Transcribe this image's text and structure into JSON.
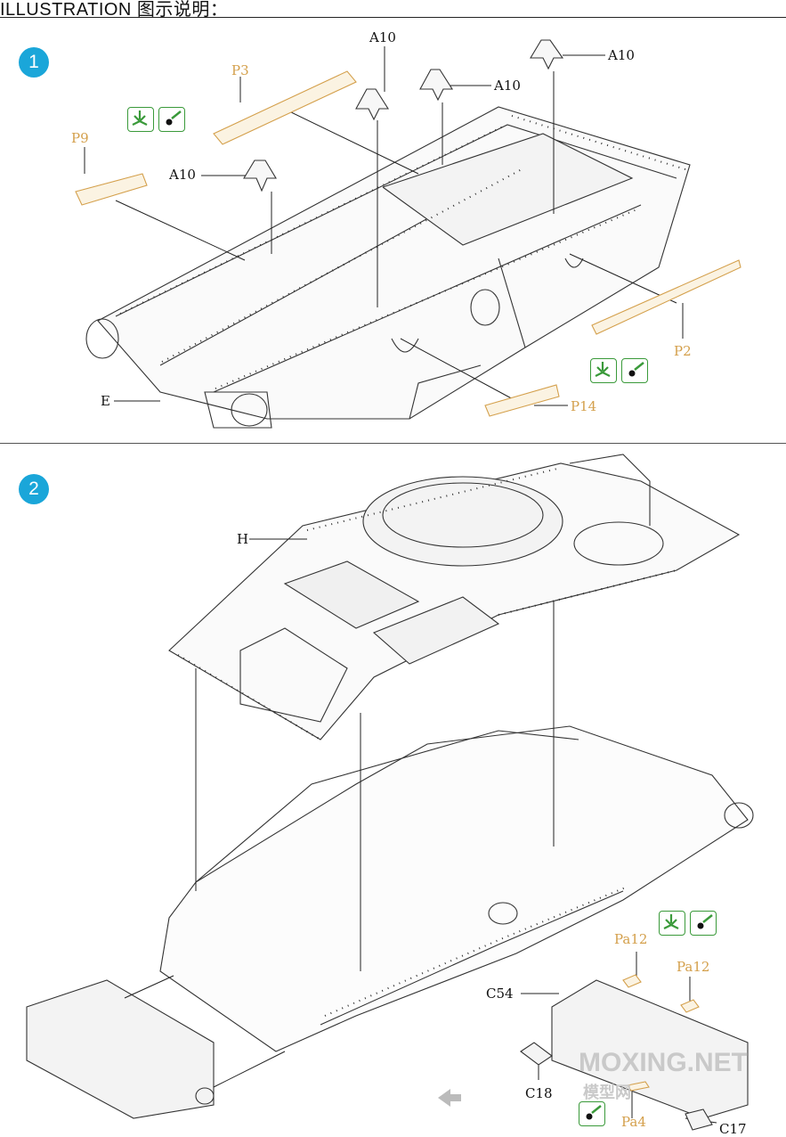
{
  "header": {
    "title": "ILLUSTRATION 图示说明："
  },
  "steps": [
    {
      "number": "1",
      "labels": {
        "a10_1": "A10",
        "a10_2": "A10",
        "a10_3": "A10",
        "a10_4": "A10",
        "p3": "P3",
        "p9": "P9",
        "p2": "P2",
        "p14": "P14",
        "e": "E"
      },
      "icons": [
        "glue-down-icon",
        "paint-icon"
      ]
    },
    {
      "number": "2",
      "labels": {
        "h": "H",
        "c54": "C54",
        "c18": "C18",
        "c17": "C17",
        "pa12_1": "Pa12",
        "pa12_2": "Pa12",
        "pa4": "Pa4"
      },
      "icons": [
        "glue-down-icon",
        "paint-icon"
      ]
    }
  ],
  "watermark": {
    "line1": "MOXING.NET",
    "line2": "模型网"
  },
  "colors": {
    "step_badge": "#1aa6d9",
    "photo_etch": "#d4a04c",
    "glue_icon": "#3a9a3a"
  }
}
